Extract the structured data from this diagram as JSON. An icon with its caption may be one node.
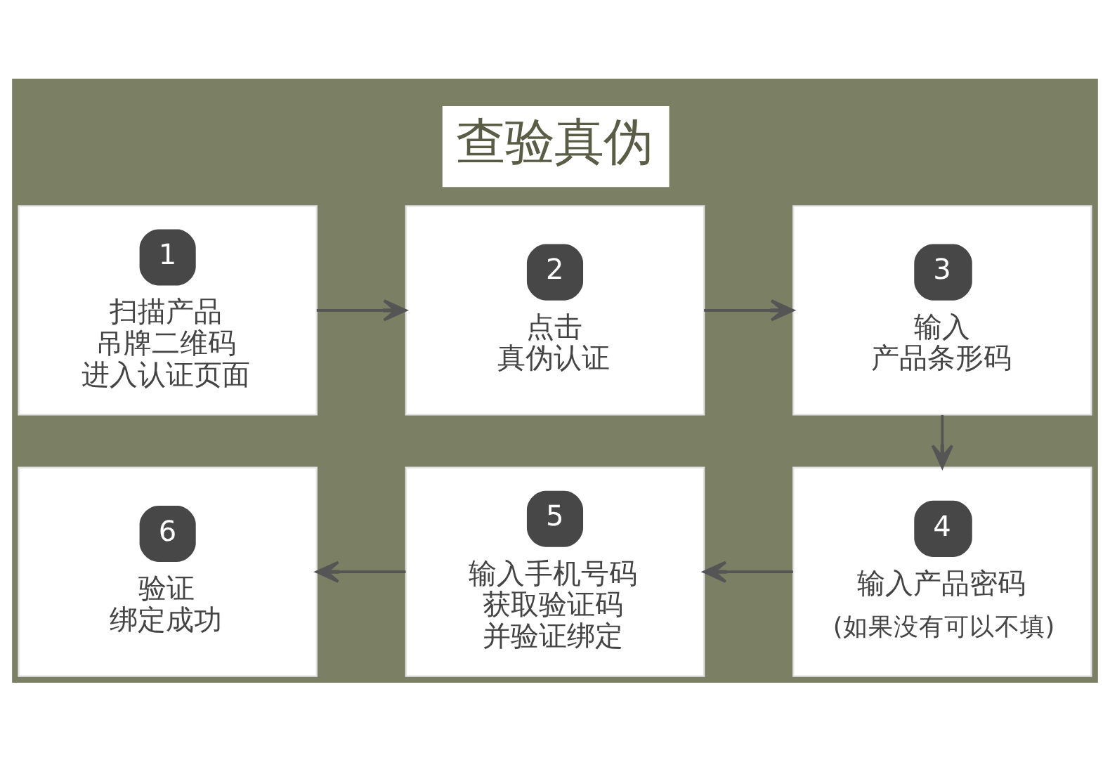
{
  "diagram": {
    "title": "查验真伪",
    "nodes": [
      {
        "text": [
          "1",
          "扫描产品吊牌二维码进入认证页面"
        ]
      },
      {
        "text": [
          "2",
          "点击真伪认证"
        ]
      },
      {
        "text": [
          "3",
          "输入产品条形码"
        ]
      },
      {
        "text": [
          "4",
          "输入产品密码",
          "(如果没有可以不填)"
        ]
      },
      {
        "text": [
          "5",
          "输入手机号码获取验证码并验证绑定"
        ]
      },
      {
        "text": [
          "6",
          "验证绑定成功"
        ]
      }
    ],
    "edges": [
      {
        "from": 0,
        "to": 1,
        "arrow": "to"
      },
      {
        "from": 1,
        "to": 2,
        "arrow": "to"
      },
      {
        "from": 2,
        "to": 3,
        "arrow": "to"
      },
      {
        "from": 3,
        "to": 4,
        "arrow": "to"
      },
      {
        "from": 4,
        "to": 5,
        "arrow": "to"
      }
    ]
  }
}
